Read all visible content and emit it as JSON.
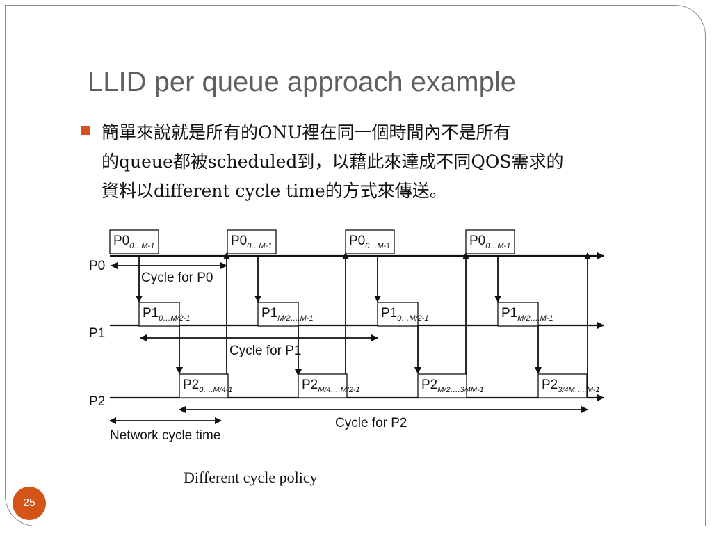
{
  "slide": {
    "title": "LLID per queue approach example",
    "bullet_lines": [
      "簡單來說就是所有的ONU裡在同一個時間內不是所有",
      "的queue都被scheduled到，以藉此來達成不同QOS需求的",
      "資料以different cycle time的方式來傳送。"
    ],
    "page_number": "25",
    "accent_color": "#d2531e"
  },
  "diagram": {
    "rows": [
      {
        "label": "P0"
      },
      {
        "label": "P1"
      },
      {
        "label": "P2"
      }
    ],
    "boxes": [
      {
        "main": "P0",
        "sub": "0…M-1",
        "row": 0,
        "slot": 0
      },
      {
        "main": "P0",
        "sub": "0…M-1",
        "row": 0,
        "slot": 1
      },
      {
        "main": "P0",
        "sub": "0…M-1",
        "row": 0,
        "slot": 2
      },
      {
        "main": "P0",
        "sub": "0…M-1",
        "row": 0,
        "slot": 3
      },
      {
        "main": "P1",
        "sub": "0…M/2-1",
        "row": 1,
        "slot": 0
      },
      {
        "main": "P1",
        "sub": "M/2….M-1",
        "row": 1,
        "slot": 1
      },
      {
        "main": "P1",
        "sub": "0…M/2-1",
        "row": 1,
        "slot": 2
      },
      {
        "main": "P1",
        "sub": "M/2….M-1",
        "row": 1,
        "slot": 3
      },
      {
        "main": "P2",
        "sub": "0….M/4-1",
        "row": 2,
        "slot": 0
      },
      {
        "main": "P2",
        "sub": "M/4….M/2-1",
        "row": 2,
        "slot": 1
      },
      {
        "main": "P2",
        "sub": "M/2….3/4M-1",
        "row": 2,
        "slot": 2
      },
      {
        "main": "P2",
        "sub": "3/4M…..M-1",
        "row": 2,
        "slot": 3
      }
    ],
    "annotations": {
      "cycle_p0": "Cycle for P0",
      "cycle_p1": "Cycle for P1",
      "cycle_p2": "Cycle for P2",
      "network_cycle": "Network cycle time"
    },
    "caption": "Different cycle policy"
  }
}
